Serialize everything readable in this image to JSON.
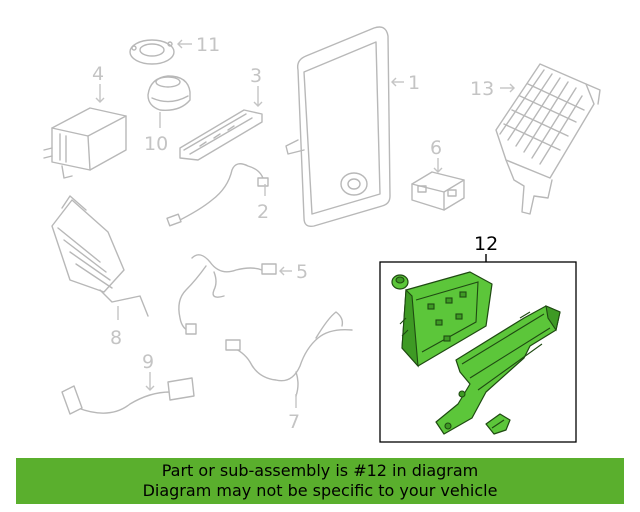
{
  "callouts": {
    "c1": "1",
    "c2": "2",
    "c3": "3",
    "c4": "4",
    "c5": "5",
    "c6": "6",
    "c7": "7",
    "c8": "8",
    "c9": "9",
    "c10": "10",
    "c11": "11",
    "c12": "12",
    "c13": "13"
  },
  "highlighted_part": "12",
  "banner": {
    "line1": "Part or sub-assembly is #12 in diagram",
    "line2": "Diagram may not be specific to your vehicle"
  },
  "colors": {
    "highlight": "#5cc63a",
    "banner": "#5aaf2d",
    "ghost_parts": "#b8b8b8"
  }
}
